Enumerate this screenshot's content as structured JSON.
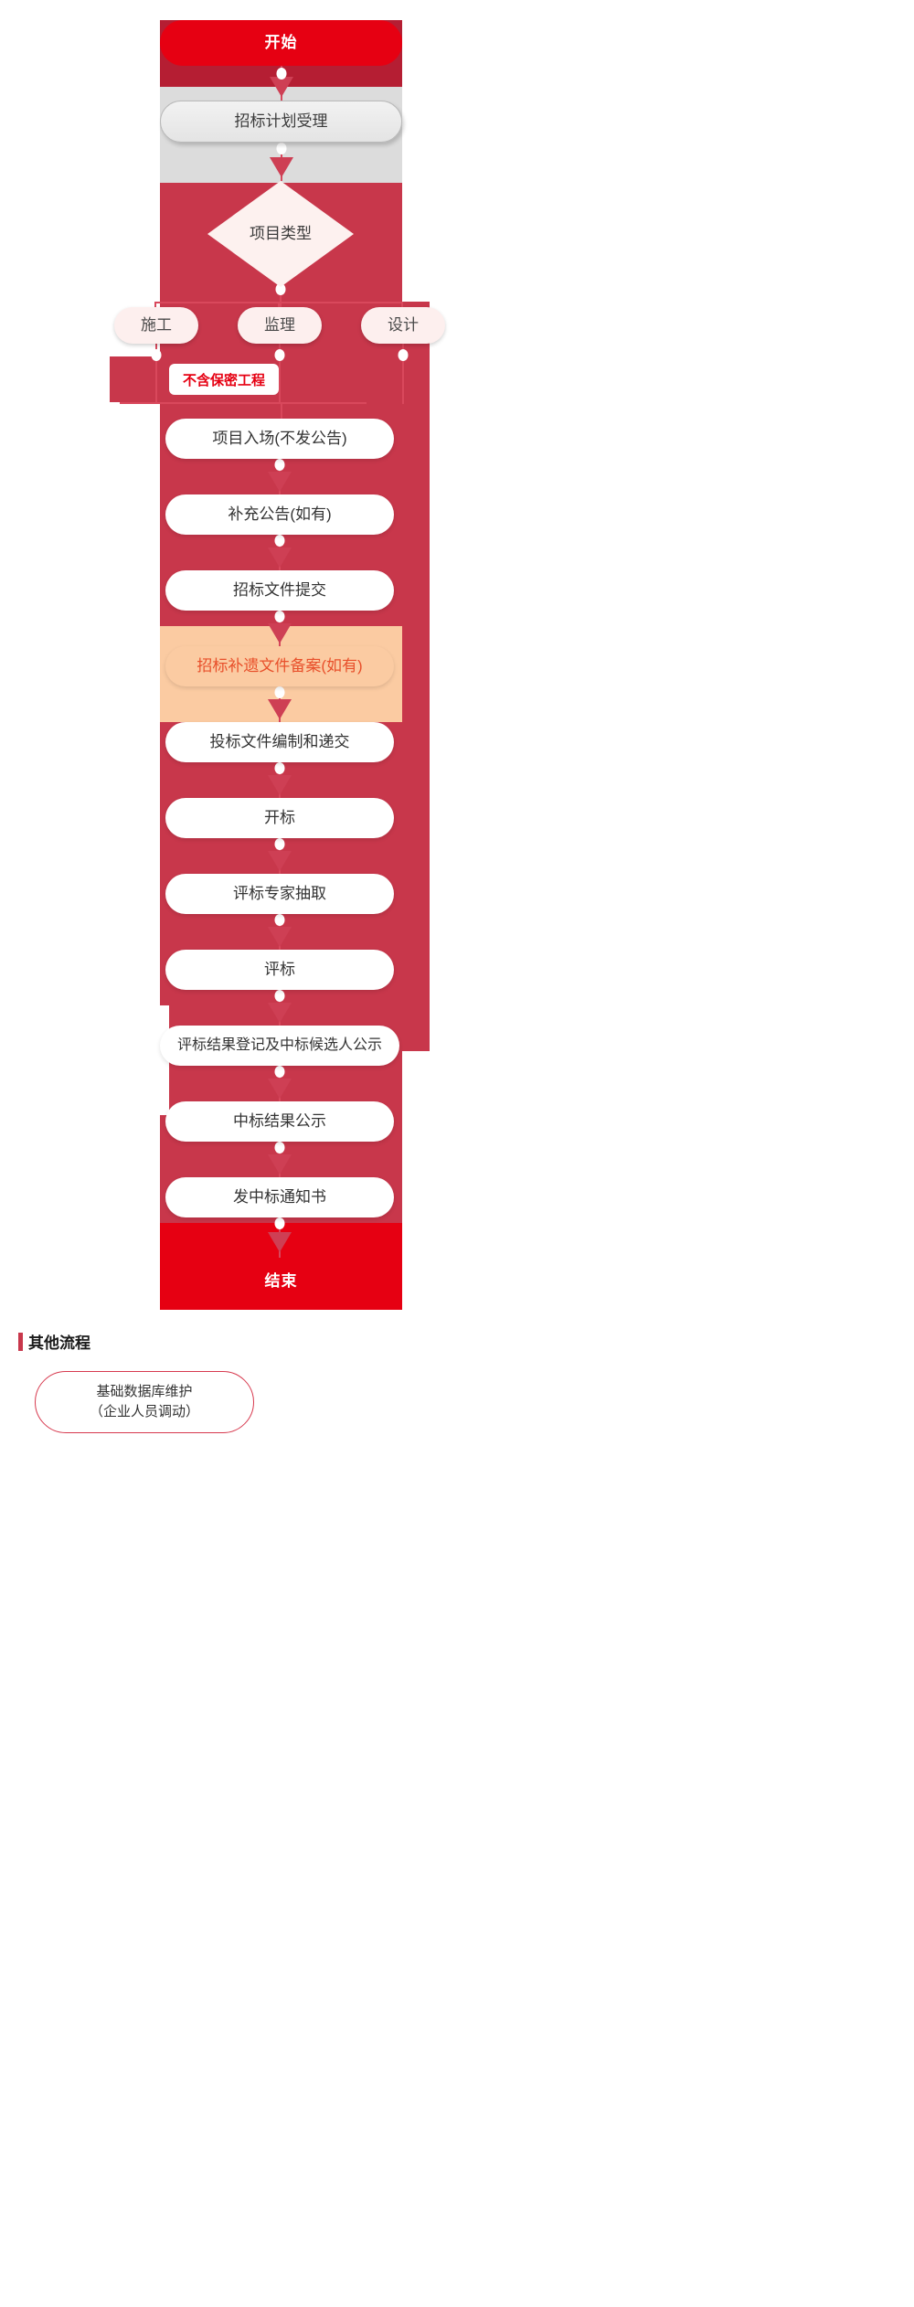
{
  "flow": {
    "start": {
      "label": "开始"
    },
    "intake": {
      "label": "招标计划受理"
    },
    "decision": {
      "label": "项目类型"
    },
    "branches": [
      {
        "label": "施工"
      },
      {
        "label": "监理"
      },
      {
        "label": "设计"
      }
    ],
    "branch_note": "不含保密工程",
    "steps": [
      {
        "label": "项目入场(不发公告)",
        "highlight": false
      },
      {
        "label": "补充公告(如有)",
        "highlight": false
      },
      {
        "label": "招标文件提交",
        "highlight": false
      },
      {
        "label": "招标补遗文件备案(如有)",
        "highlight": true
      },
      {
        "label": "投标文件编制和递交",
        "highlight": false
      },
      {
        "label": "开标",
        "highlight": false
      },
      {
        "label": "评标专家抽取",
        "highlight": false
      },
      {
        "label": "评标",
        "highlight": false
      },
      {
        "label": "评标结果登记及中标候选人公示",
        "highlight": false
      },
      {
        "label": "中标结果公示",
        "highlight": false
      },
      {
        "label": "发中标通知书",
        "highlight": false
      }
    ],
    "end": {
      "label": "结束"
    }
  },
  "other_section": {
    "title": "其他流程",
    "items": [
      {
        "line1": "基础数据库维护",
        "line2": "（企业人员调动）"
      }
    ]
  },
  "colors": {
    "brand_red": "#E60012",
    "band_red": "#C8374B",
    "dark_red": "#B51E33",
    "highlight_orange": "#FBCBA2",
    "highlight_text": "#E8502B",
    "grey_node": "#E4E4E4"
  }
}
